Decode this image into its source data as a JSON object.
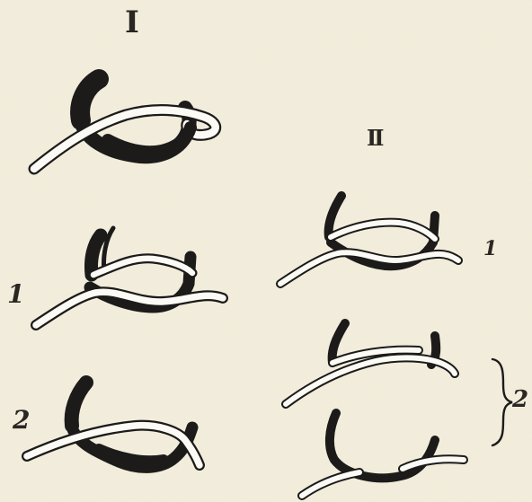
{
  "labels": {
    "group_1": "I",
    "group_2": "II",
    "fig_1_left": "1",
    "fig_2_left": "2",
    "fig_1_right": "1",
    "fig_2_right": "2"
  },
  "colors": {
    "paper": "#f3eedd",
    "ink": "#1c1b1a",
    "light_cord": "#fbfaf4"
  }
}
